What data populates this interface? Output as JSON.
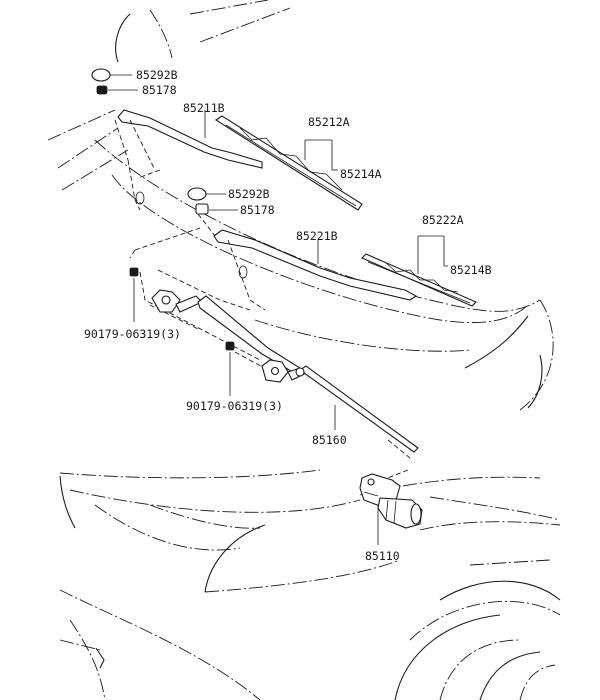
{
  "diagram": {
    "labels": {
      "cap_upper": "85292B",
      "nut_upper": "85178",
      "arm_rh": "85211B",
      "blade_rh": "85212A",
      "rubber_rh": "85214A",
      "cap_lower": "85292B",
      "nut_lower": "85178",
      "arm_lh": "85221B",
      "blade_lh": "85222A",
      "rubber_lh": "85214B",
      "bolt_upper": "90179-06319(3)",
      "bolt_lower": "90179-06319(3)",
      "link": "85160",
      "motor": "85110"
    }
  }
}
